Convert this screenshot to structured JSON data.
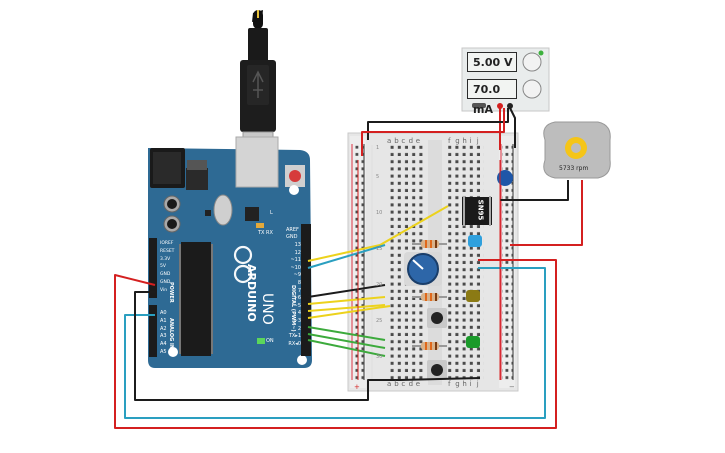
{
  "power_supply": {
    "voltage": "5.00 V",
    "current": "70.0 mA"
  },
  "motor": {
    "speed": "5733 rpm"
  },
  "arduino": {
    "logo": "ARDUINO",
    "model": "UNO",
    "power_label": "POWER",
    "analog_label": "ANALOG IN",
    "digital_label": "DIGITAL (PWM~)",
    "on_label": "ON",
    "tx_label": "TX",
    "rx_label": "RX",
    "l_label": "L",
    "aref": "AREF",
    "gnd": "GND",
    "pins_digital": [
      "13",
      "12",
      "~11",
      "~10",
      "~9",
      "8",
      "7",
      "~6",
      "~5",
      "4",
      "~3",
      "2",
      "TX▸1",
      "RX◂0"
    ],
    "pins_power": [
      "IOREF",
      "RESET",
      "3.3V",
      "5V",
      "GND",
      "GND",
      "Vin"
    ],
    "pins_analog": [
      "A0",
      "A1",
      "A2",
      "A3",
      "A4",
      "A5"
    ]
  },
  "breadboard": {
    "cols_left": [
      "a",
      "b",
      "c",
      "d",
      "e"
    ],
    "cols_right": [
      "f",
      "g",
      "h",
      "i",
      "j"
    ],
    "rows": [
      "1",
      "5",
      "10",
      "15",
      "20",
      "25",
      "30"
    ],
    "plus": "+",
    "minus": "−"
  },
  "chip": {
    "label": "SN95"
  },
  "colors": {
    "arduino_blue": "#2e6a94",
    "wire_red": "#d42020",
    "wire_yellow": "#ecd21c",
    "wire_green": "#3caa3c",
    "wire_blue": "#2a9fc0",
    "wire_black": "#1c1c1c"
  }
}
